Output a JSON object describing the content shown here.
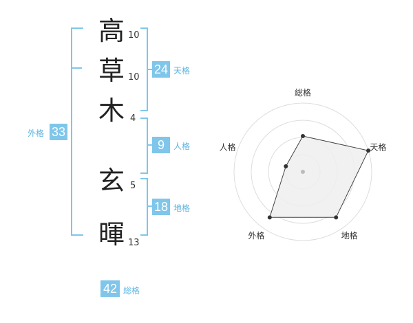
{
  "name": {
    "characters": [
      "高",
      "草",
      "木",
      "玄",
      "暉"
    ],
    "strokes": [
      "10",
      "10",
      "4",
      "5",
      "13"
    ]
  },
  "fortune": {
    "tenkaku": {
      "value": "24",
      "label": "天格"
    },
    "jinkaku": {
      "value": "9",
      "label": "人格"
    },
    "chikaku": {
      "value": "18",
      "label": "地格"
    },
    "gaikaku": {
      "value": "33",
      "label": "外格"
    },
    "soukaku": {
      "value": "42",
      "label": "総格"
    }
  },
  "colors": {
    "accent": "#7fc6ea",
    "label_text": "#5fb4e0",
    "radar_fill": "#eeeeee"
  },
  "chart_data": {
    "type": "radar",
    "axes": [
      "総格",
      "天格",
      "地格",
      "外格",
      "人格"
    ],
    "max": 5,
    "rings": 4,
    "values": [
      2.6,
      5,
      4.1,
      4.1,
      1.3
    ]
  }
}
